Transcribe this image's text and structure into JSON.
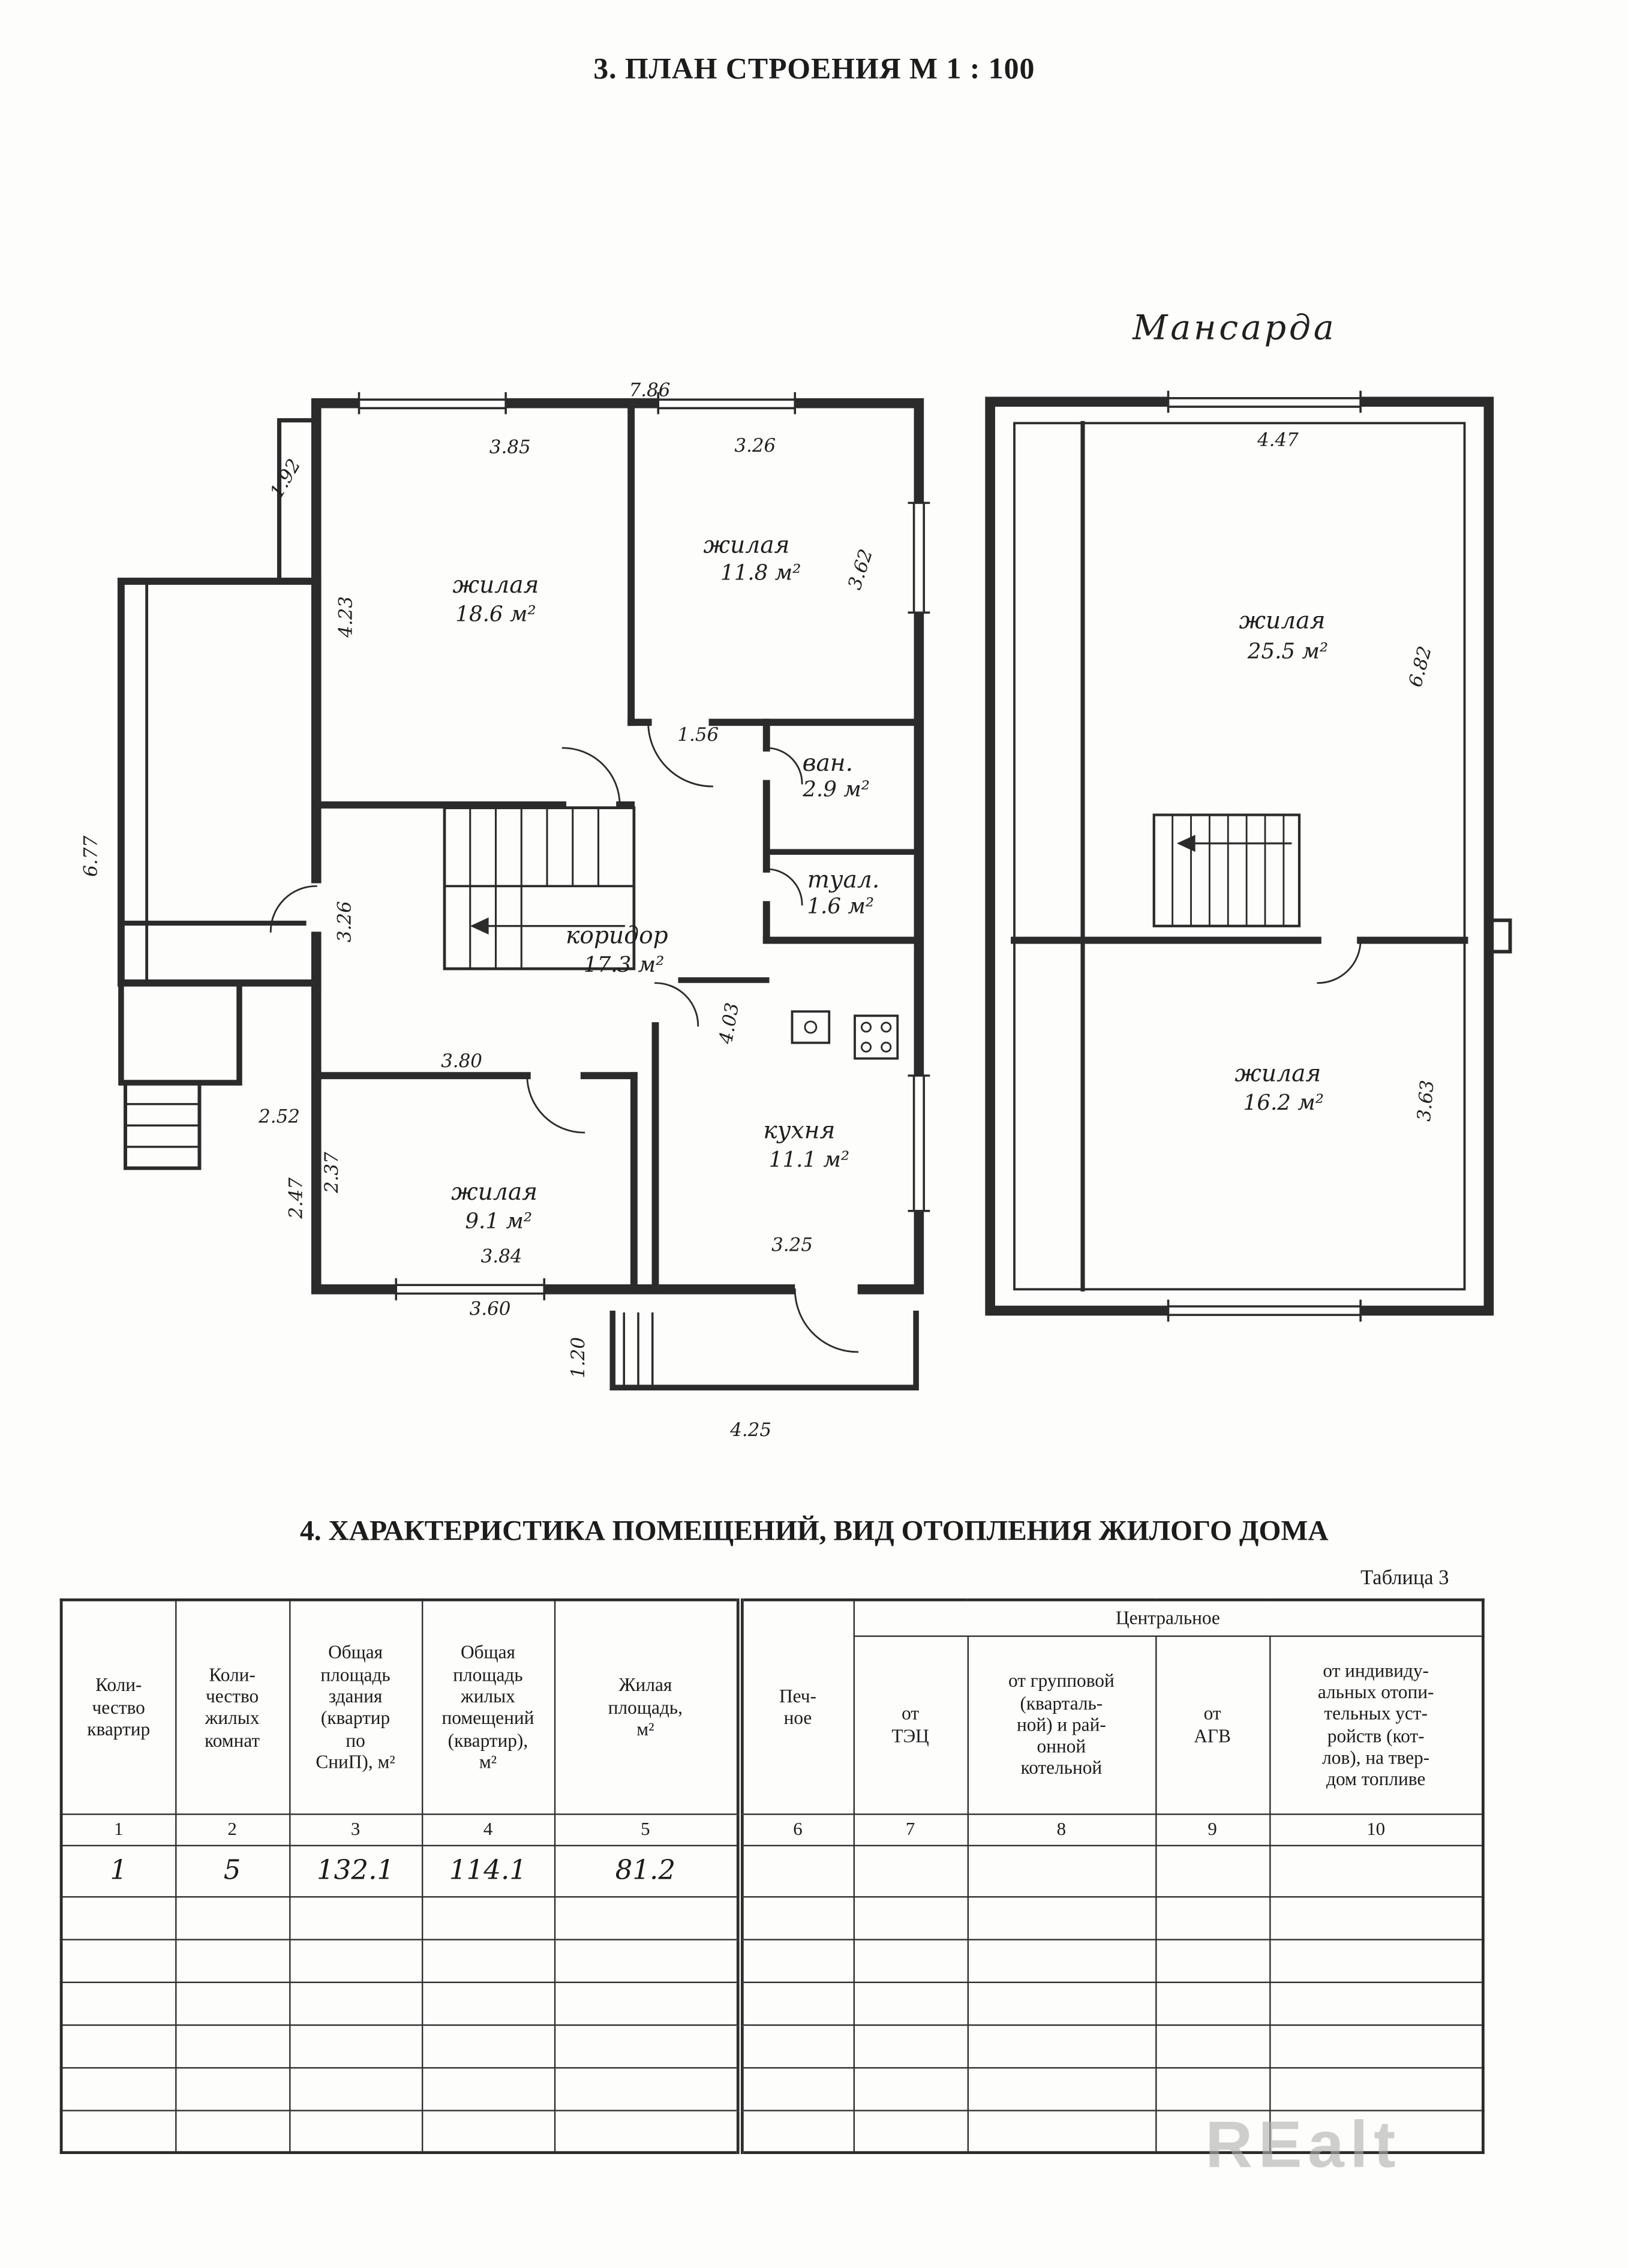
{
  "page": {
    "title": "3. ПЛАН СТРОЕНИЯ М 1 : 100",
    "section4_title": "4. ХАРАКТЕРИСТИКА ПОМЕЩЕНИЙ, ВИД ОТОПЛЕНИЯ ЖИЛОГО ДОМА",
    "watermark": "REalt"
  },
  "plan": {
    "mansarda_title": "Мансарда",
    "left": {
      "rooms": [
        {
          "name": "жилая",
          "area": "18.6 м²"
        },
        {
          "name": "жилая",
          "area": "11.8 м²"
        },
        {
          "name": "ван.",
          "area": "2.9 м²"
        },
        {
          "name": "туал.",
          "area": "1.6 м²"
        },
        {
          "name": "коридор",
          "area": "17.3 м²"
        },
        {
          "name": "жилая",
          "area": "9.1 м²"
        },
        {
          "name": "кухня",
          "area": "11.1 м²"
        }
      ],
      "dims": [
        "7.86",
        "3.85",
        "3.26",
        "1.92",
        "4.23",
        "3.62",
        "1.56",
        "6.77",
        "3.26",
        "2.52",
        "2.47",
        "2.37",
        "3.80",
        "4.03",
        "3.84",
        "3.25",
        "3.60",
        "1.20",
        "4.25"
      ]
    },
    "right": {
      "rooms": [
        {
          "name": "жилая",
          "area": "25.5 м²"
        },
        {
          "name": "жилая",
          "area": "16.2 м²"
        }
      ],
      "dims": [
        "4.47",
        "6.82",
        "3.63"
      ]
    }
  },
  "table": {
    "caption": "Таблица 3",
    "headers": {
      "c1": "Коли-\nчество\nквартир",
      "c2": "Коли-\nчество\nжилых\nкомнат",
      "c3": "Общая\nплощадь\nздания\n(квартир\nпо\nСниП), м²",
      "c4": "Общая\nплощадь\nжилых\nпомещений\n(квартир),\nм²",
      "c5": "Жилая\nплощадь,\nм²",
      "c6": "Печ-\nное",
      "central": "Центральное",
      "c7": "от\nТЭЦ",
      "c8": "от групповой\n(кварталь-\nной) и рай-\nонной\nкотельной",
      "c9": "от\nАГВ",
      "c10": "от индивиду-\nальных отопи-\nтельных уст-\nройств (кот-\nлов), на твер-\nдом топливе"
    },
    "col_numbers": [
      "1",
      "2",
      "3",
      "4",
      "5",
      "6",
      "7",
      "8",
      "9",
      "10"
    ],
    "row1": [
      "1",
      "5",
      "132.1",
      "114.1",
      "81.2",
      "",
      "",
      "",
      "",
      ""
    ]
  }
}
